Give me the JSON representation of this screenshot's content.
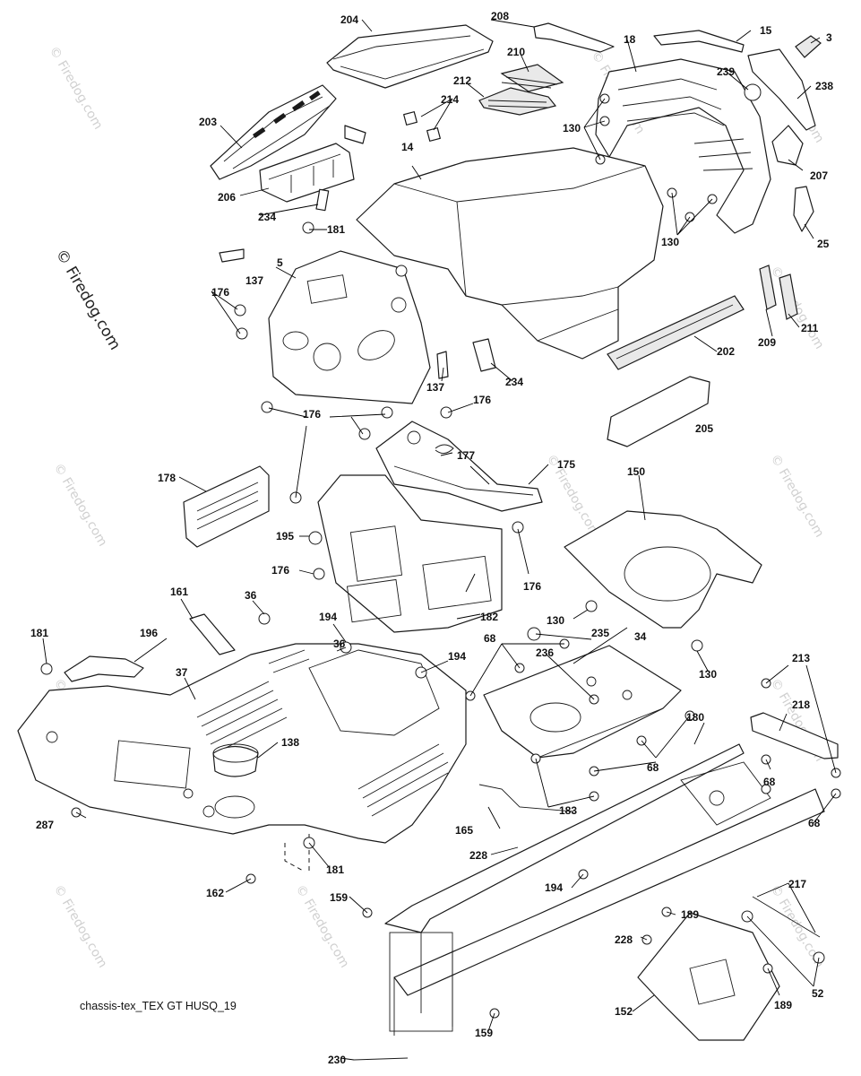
{
  "diagram": {
    "caption": "chassis-tex_TEX GT HUSQ_19",
    "watermark": "© Firedog.com",
    "callouts": {
      "c3": "3",
      "c5": "5",
      "c14": "14",
      "c15": "15",
      "c18": "18",
      "c25": "25",
      "c34": "34",
      "c36a": "36",
      "c36b": "36",
      "c37": "37",
      "c52": "52",
      "c68a": "68",
      "c68b": "68",
      "c68c": "68",
      "c68d": "68",
      "c130a": "130",
      "c130b": "130",
      "c130c": "130",
      "c130d": "130",
      "c137a": "137",
      "c137b": "137",
      "c138": "138",
      "c150": "150",
      "c152": "152",
      "c159a": "159",
      "c159b": "159",
      "c161": "161",
      "c162": "162",
      "c165": "165",
      "c175": "175",
      "c176a": "176",
      "c176b": "176",
      "c176c": "176",
      "c176d": "176",
      "c176e": "176",
      "c177": "177",
      "c178": "178",
      "c180": "180",
      "c181a": "181",
      "c181b": "181",
      "c181c": "181",
      "c182": "182",
      "c183": "183",
      "c189a": "189",
      "c189b": "189",
      "c194a": "194",
      "c194b": "194",
      "c194c": "194",
      "c195": "195",
      "c196": "196",
      "c202": "202",
      "c203": "203",
      "c204": "204",
      "c205": "205",
      "c206": "206",
      "c207": "207",
      "c208": "208",
      "c209": "209",
      "c210": "210",
      "c211": "211",
      "c212": "212",
      "c213": "213",
      "c214": "214",
      "c217": "217",
      "c218": "218",
      "c228a": "228",
      "c228b": "228",
      "c230": "230",
      "c234a": "234",
      "c234b": "234",
      "c235": "235",
      "c236": "236",
      "c238": "238",
      "c239": "239",
      "c287": "287"
    }
  }
}
